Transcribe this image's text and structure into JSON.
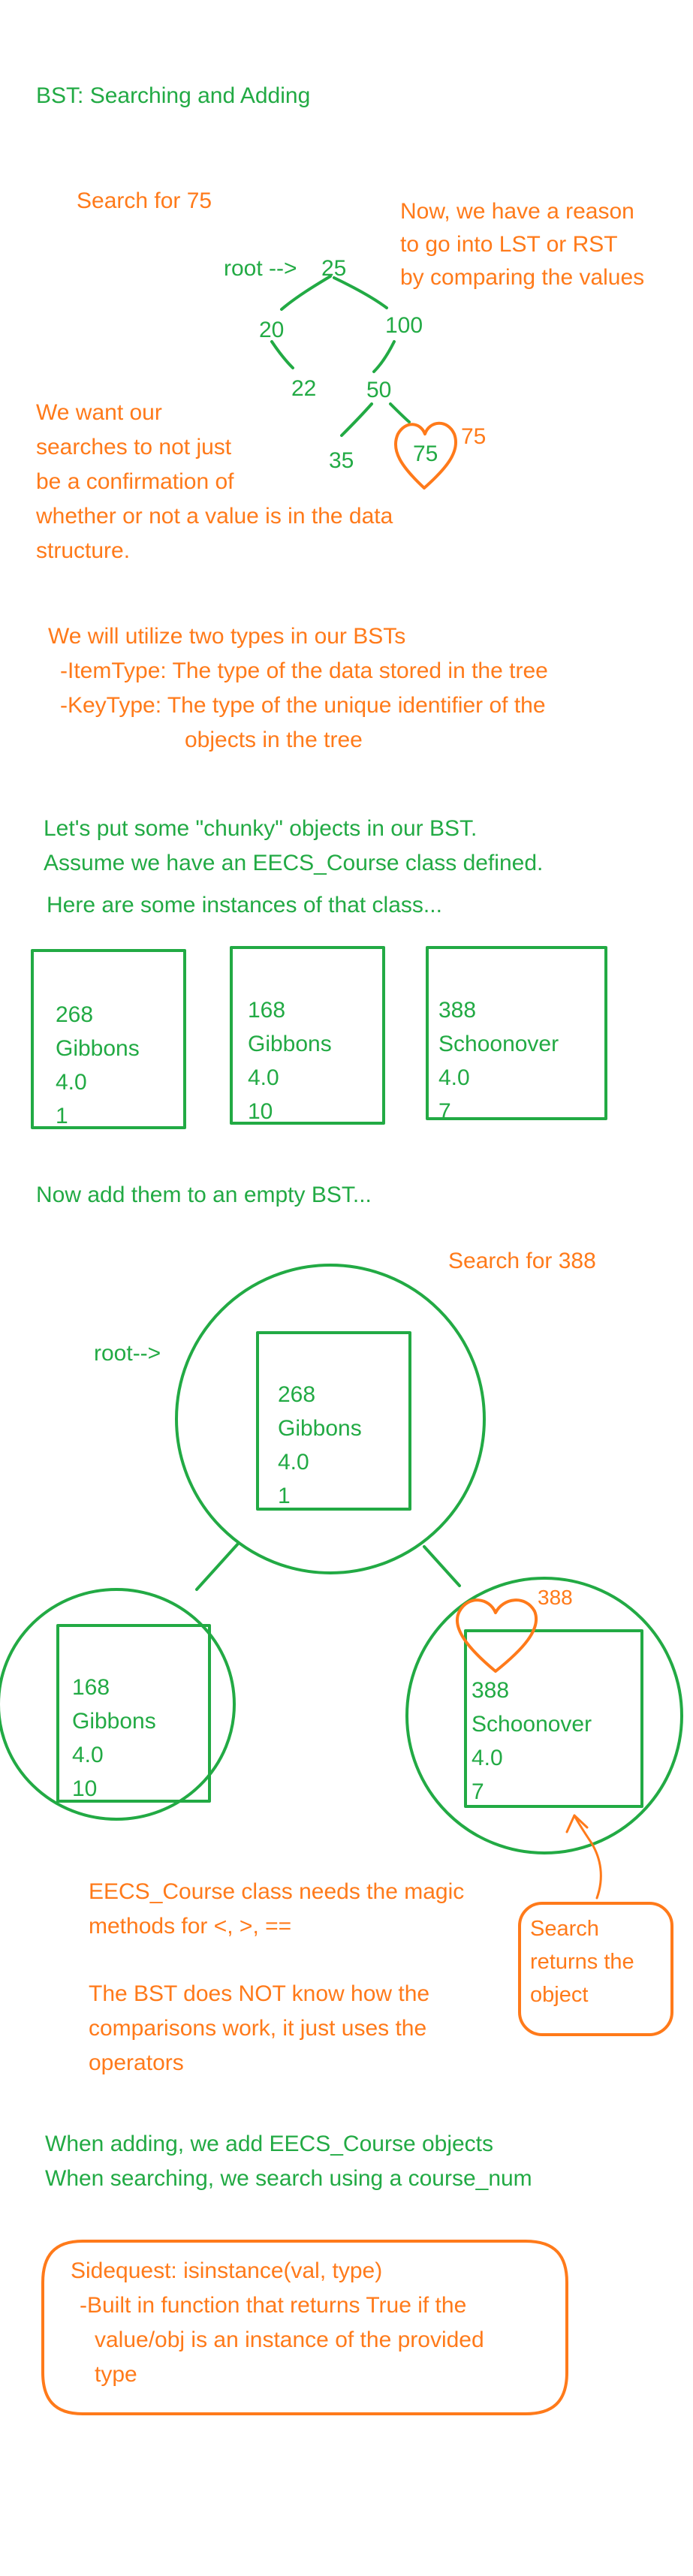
{
  "colors": {
    "green": "#22aa44",
    "orange": "#ff7a1a"
  },
  "title": "BST: Searching and Adding",
  "section1": {
    "search_label": "Search for 75",
    "reason_line1": "Now, we have a reason",
    "reason_line2": "to go into LST or RST",
    "reason_line3": "by comparing the values",
    "tree": {
      "root_label": "root -->",
      "root": "25",
      "left": "20",
      "right": "100",
      "left_right": "22",
      "right_left": "50",
      "rl_left": "35",
      "rl_right": "75",
      "heart_label": "75"
    },
    "want_line1": "We want our",
    "want_line2": "searches to not just",
    "want_line3": "be a confirmation of",
    "want_line4": "whether or not a value is in the data",
    "want_line5": "structure."
  },
  "types": {
    "line1": "We will utilize two types in our BSTs",
    "line2": "-ItemType: The type of the data stored in the tree",
    "line3": "-KeyType: The type of the unique identifier of the",
    "line4": "objects in the tree"
  },
  "chunky": {
    "line1": "Let's put some \"chunky\" objects in our BST.",
    "line2": "Assume we have an EECS_Course class defined.",
    "line3": "Here are some instances of that class..."
  },
  "instances": [
    {
      "num": "268",
      "name": "Gibbons",
      "gpa": "4.0",
      "count": "1"
    },
    {
      "num": "168",
      "name": "Gibbons",
      "gpa": "4.0",
      "count": "10"
    },
    {
      "num": "388",
      "name": "Schoonover",
      "gpa": "4.0",
      "count": "7"
    }
  ],
  "add_line": "Now add them to an empty BST...",
  "search2": "Search for 388",
  "root_label2": "root-->",
  "bst_nodes": {
    "root": {
      "num": "268",
      "name": "Gibbons",
      "gpa": "4.0",
      "count": "1"
    },
    "left": {
      "num": "168",
      "name": "Gibbons",
      "gpa": "4.0",
      "count": "10"
    },
    "right": {
      "num": "388",
      "name": "Schoonover",
      "gpa": "4.0",
      "count": "7"
    }
  },
  "heart2_label": "388",
  "search_returns": {
    "line1": "Search",
    "line2": "returns the",
    "line3": "object"
  },
  "magic": {
    "line1": "EECS_Course class needs the magic",
    "line2": "methods for <, >, ==",
    "line3": "The BST does NOT know how the",
    "line4": "comparisons work, it just uses the",
    "line5": "operators"
  },
  "adding": {
    "line1": "When adding, we add EECS_Course objects",
    "line2": "When searching, we search using a course_num"
  },
  "sidequest": {
    "line1": "Sidequest: isinstance(val, type)",
    "line2": "-Built in function that returns True if the",
    "line3": "value/obj is an instance of the provided",
    "line4": "type"
  }
}
